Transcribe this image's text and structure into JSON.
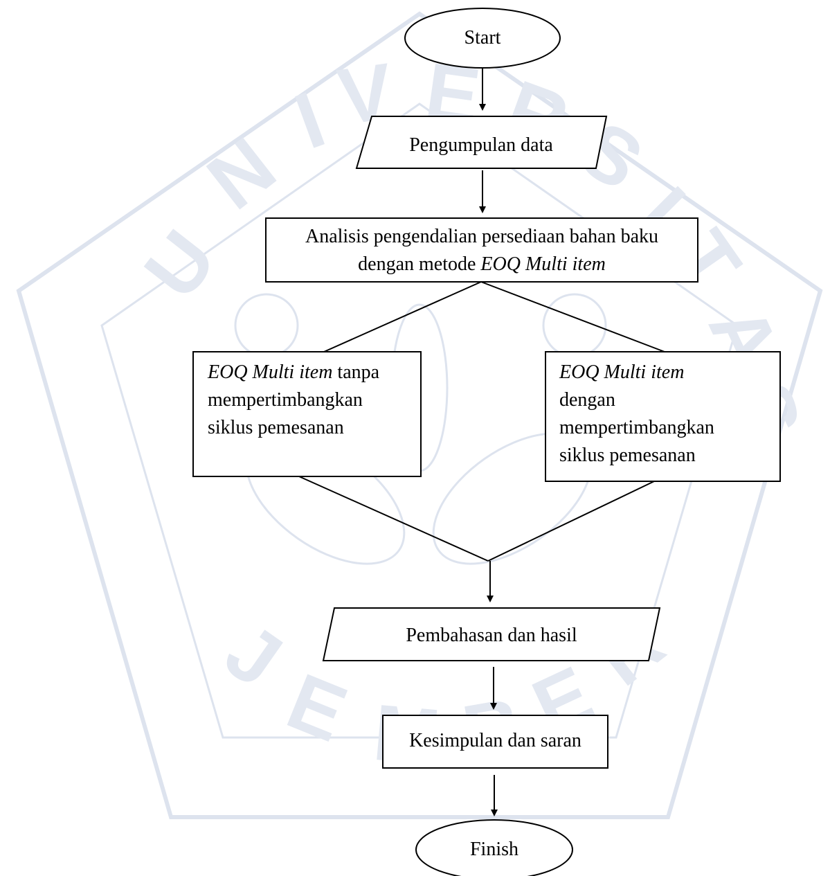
{
  "watermark": {
    "lettering": "UNIVERSITAS JEMBER",
    "color": "#cfd8e6"
  },
  "flowchart": {
    "start": {
      "label": "Start",
      "shape": "oval"
    },
    "collect": {
      "label": "Pengumpulan data",
      "shape": "parallelogram"
    },
    "analysis": {
      "shape": "rectangle",
      "line1": "Analisis pengendalian persediaan bahan baku",
      "line2_plain": "dengan metode ",
      "line2_italic": "EOQ Multi item"
    },
    "left_branch": {
      "shape": "rectangle",
      "italic": "EOQ Multi item",
      "plain": " tanpa",
      "line2": "mempertimbangkan",
      "line3": "siklus pemesanan"
    },
    "right_branch": {
      "shape": "rectangle",
      "italic": "EOQ Multi item",
      "line2": "dengan",
      "line3": "mempertimbangkan",
      "line4": "siklus pemesanan"
    },
    "discussion": {
      "label": "Pembahasan dan hasil",
      "shape": "parallelogram"
    },
    "conclusion": {
      "label": "Kesimpulan dan saran",
      "shape": "rectangle"
    },
    "finish": {
      "label": "Finish",
      "shape": "oval"
    }
  },
  "colors": {
    "stroke": "#000000",
    "background": "#ffffff"
  }
}
